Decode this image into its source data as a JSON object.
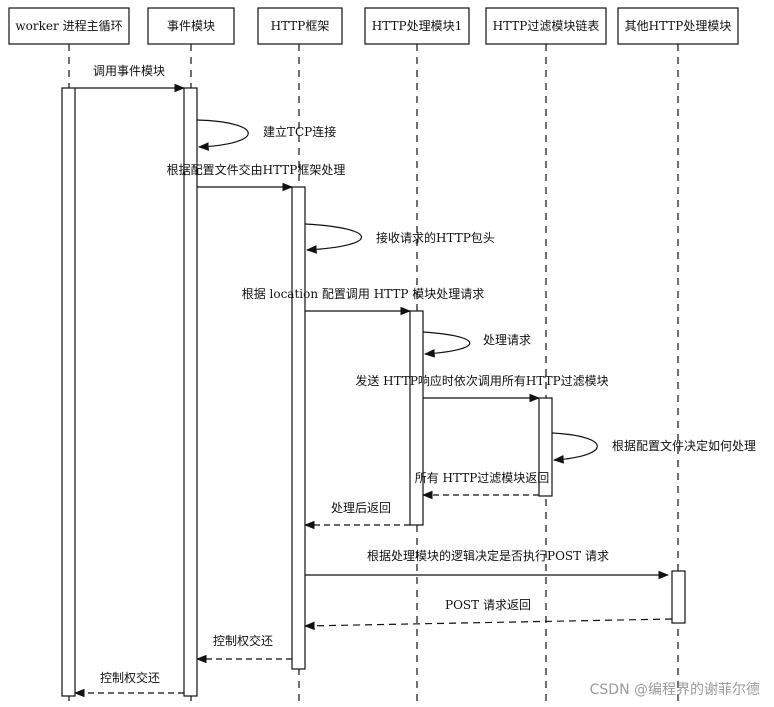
{
  "participants": [
    {
      "name": "worker 进程主循环"
    },
    {
      "name": "事件模块"
    },
    {
      "name": "HTTP框架"
    },
    {
      "name": "HTTP处理模块1"
    },
    {
      "name": "HTTP过滤模块链表"
    },
    {
      "name": "其他HTTP处理模块"
    }
  ],
  "messages": [
    {
      "from": 0,
      "to": 1,
      "label": "调用事件模块",
      "style": "solid"
    },
    {
      "from": 1,
      "to": 1,
      "label": "建立TCP连接",
      "style": "self"
    },
    {
      "from": 1,
      "to": 2,
      "label": "根据配置文件交由HTTP框架处理",
      "style": "solid"
    },
    {
      "from": 2,
      "to": 2,
      "label": "接收请求的HTTP包头",
      "style": "self"
    },
    {
      "from": 2,
      "to": 3,
      "label": "根据 location 配置调用 HTTP 模块处理请求",
      "style": "solid"
    },
    {
      "from": 3,
      "to": 3,
      "label": "处理请求",
      "style": "self"
    },
    {
      "from": 3,
      "to": 4,
      "label": "发送 HTTP响应时依次调用所有HTTP过滤模块",
      "style": "solid"
    },
    {
      "from": 4,
      "to": 4,
      "label": "根据配置文件决定如何处理",
      "style": "self"
    },
    {
      "from": 4,
      "to": 3,
      "label": "所有 HTTP过滤模块返回",
      "style": "dashed"
    },
    {
      "from": 3,
      "to": 2,
      "label": "处理后返回",
      "style": "dashed"
    },
    {
      "from": 2,
      "to": 5,
      "label": "根据处理模块的逻辑决定是否执行POST 请求",
      "style": "solid"
    },
    {
      "from": 5,
      "to": 2,
      "label": "POST 请求返回",
      "style": "dashed"
    },
    {
      "from": 2,
      "to": 1,
      "label": "控制权交还",
      "style": "dashed"
    },
    {
      "from": 1,
      "to": 0,
      "label": "控制权交还",
      "style": "dashed"
    }
  ],
  "watermark": "CSDN @编程界的谢菲尔德"
}
